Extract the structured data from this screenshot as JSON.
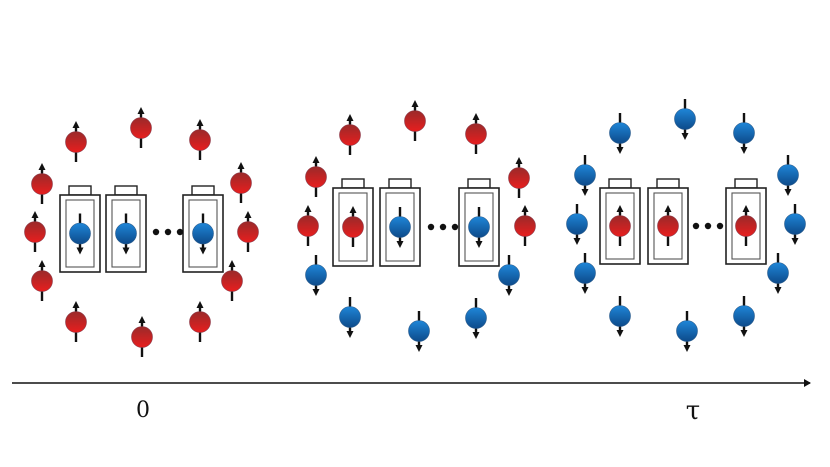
{
  "time_axis": {
    "start_label": "0",
    "end_label": "τ"
  },
  "spin_colors": {
    "up": "#d01e1e",
    "down": "#1a70c0"
  },
  "stages": [
    {
      "environment_spins": [
        "up",
        "up",
        "up",
        "up",
        "up",
        "up",
        "up",
        "up",
        "up",
        "up",
        "up",
        "up"
      ],
      "battery_spins": [
        "down",
        "down",
        "down"
      ]
    },
    {
      "environment_spins": [
        "up",
        "up",
        "up",
        "up",
        "up",
        "up",
        "up",
        "down",
        "down",
        "down",
        "down",
        "down"
      ],
      "battery_spins": [
        "up",
        "down",
        "down"
      ]
    },
    {
      "environment_spins": [
        "down",
        "down",
        "down",
        "down",
        "down",
        "down",
        "down",
        "down",
        "down",
        "down",
        "down",
        "down"
      ],
      "battery_spins": [
        "up",
        "up",
        "up"
      ]
    }
  ]
}
